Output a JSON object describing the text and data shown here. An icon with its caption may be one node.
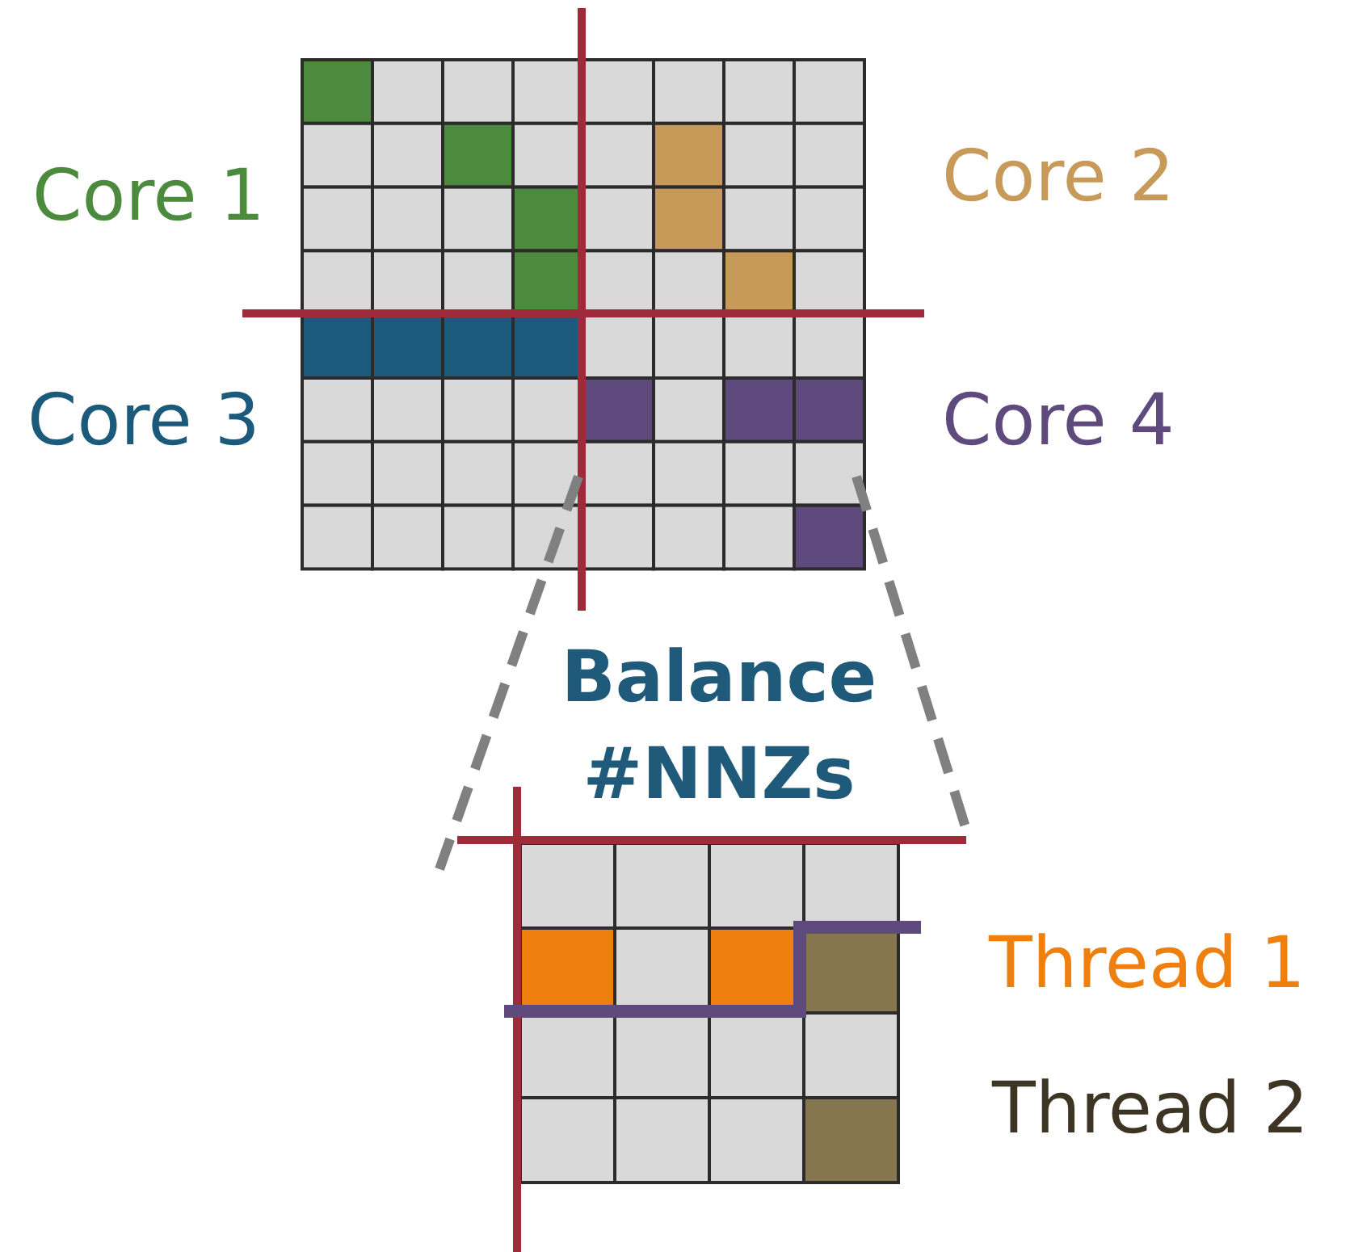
{
  "diagram": {
    "labels": [
      "Core 1",
      "Core 2",
      "Core 3",
      "Core 4",
      "Balance #NNZs",
      "Thread 1",
      "Thread 2"
    ]
  }
}
